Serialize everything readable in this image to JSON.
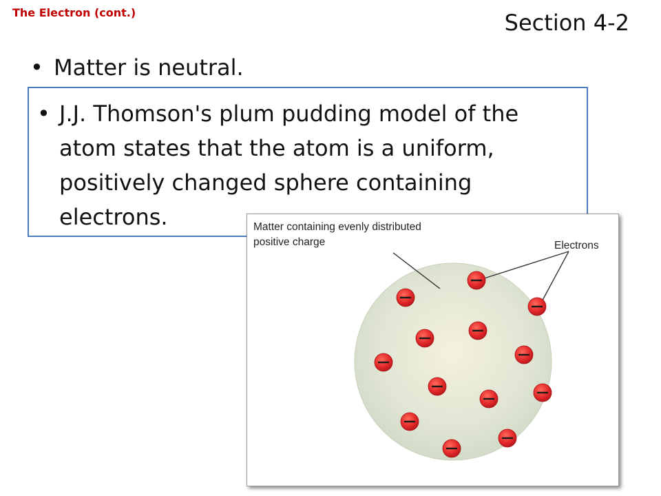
{
  "slide": {
    "header_title": "The Electron (cont.)",
    "section": "Section 4-2",
    "bullets": [
      {
        "symbol": "•",
        "text": "Matter is neutral."
      },
      {
        "symbol": "•",
        "text": "J.J. Thomson's plum pudding model of the atom states that the atom is a uniform, positively changed sphere containing electrons."
      }
    ]
  },
  "figure": {
    "label_matter": "Matter containing evenly distributed positive charge",
    "label_electrons": "Electrons",
    "electron_symbol": "—",
    "colors": {
      "sphere_fill": "#dfe4cf",
      "sphere_edge": "#c9d2ba",
      "electron_red": "#e4292b",
      "header_red": "#c00000",
      "box_blue": "#4a7ab8"
    }
  }
}
